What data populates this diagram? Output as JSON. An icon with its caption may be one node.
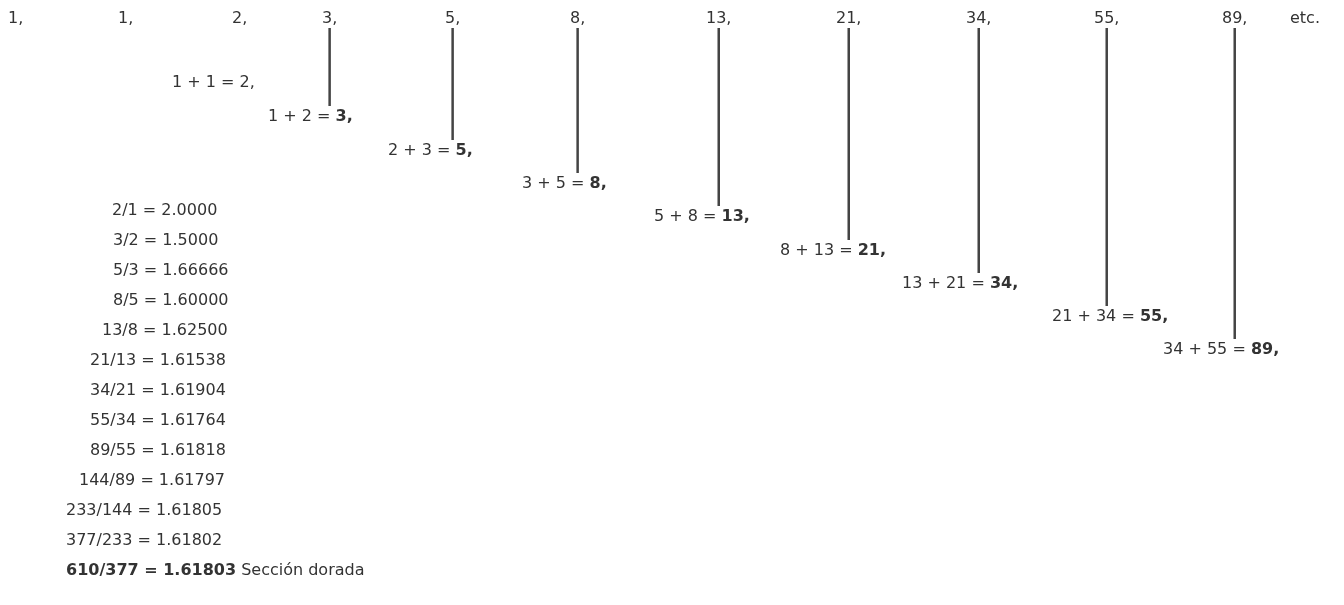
{
  "diagram": {
    "nodes": [
      {
        "text": [
          "1,"
        ]
      },
      {
        "text": [
          "1,"
        ]
      },
      {
        "text": [
          "2,"
        ]
      },
      {
        "text": [
          "3,"
        ]
      },
      {
        "text": [
          "5,"
        ]
      },
      {
        "text": [
          "8,"
        ]
      },
      {
        "text": [
          "13,"
        ]
      },
      {
        "text": [
          "21,"
        ]
      },
      {
        "text": [
          "34,"
        ]
      },
      {
        "text": [
          "55,"
        ]
      },
      {
        "text": [
          "89,"
        ]
      },
      {
        "text": [
          "1 + 1 = 2,"
        ]
      },
      {
        "text": [
          "1 + 2 = **3,**"
        ]
      },
      {
        "text": [
          "2 + 3 = **5,**"
        ]
      },
      {
        "text": [
          "3 + 5 = **8,**"
        ]
      },
      {
        "text": [
          "5 + 8 = **13,**"
        ]
      },
      {
        "text": [
          "8 + 13 = **21,**"
        ]
      },
      {
        "text": [
          "13 + 21 = **34,**"
        ]
      },
      {
        "text": [
          "21 + 34 = **55,**"
        ]
      },
      {
        "text": [
          "34 + 55 = **89,**"
        ]
      }
    ],
    "edges": [
      {
        "from": 12,
        "to": 3,
        "arrow": "none"
      },
      {
        "from": 13,
        "to": 4,
        "arrow": "none"
      },
      {
        "from": 14,
        "to": 5,
        "arrow": "none"
      },
      {
        "from": 15,
        "to": 6,
        "arrow": "none"
      },
      {
        "from": 16,
        "to": 7,
        "arrow": "none"
      },
      {
        "from": 17,
        "to": 8,
        "arrow": "none"
      },
      {
        "from": 18,
        "to": 9,
        "arrow": "none"
      },
      {
        "from": 19,
        "to": 10,
        "arrow": "none"
      }
    ],
    "labels": [
      "etc.",
      "2/1 = 2.0000",
      "3/2 = 1.5000",
      "5/3 = 1.66666",
      "8/5 = 1.60000",
      "13/8 = 1.62500",
      "21/13 = 1.61538",
      "34/21 = 1.61904",
      "55/34 = 1.61764",
      "89/55 = 1.61818",
      "144/89 = 1.61797",
      "233/144 = 1.61805",
      "377/233 = 1.61802",
      "**610/377 = 1.61803** Sección dorada"
    ]
  }
}
